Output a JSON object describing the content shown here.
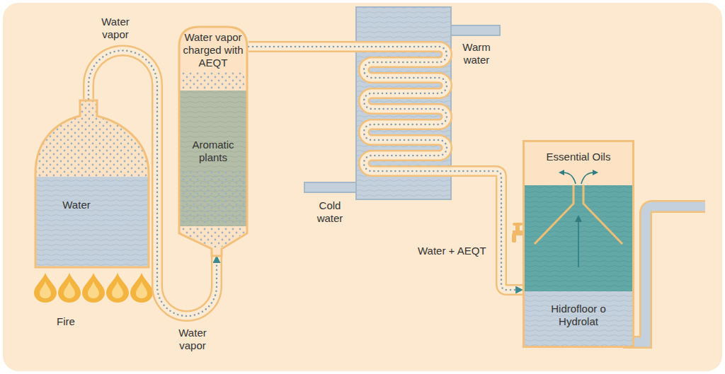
{
  "diagram": {
    "nodes": [
      {
        "text": [
          "Water"
        ]
      },
      {
        "text": [
          "Water vapor charged with AEQT",
          "Aromatic plants"
        ]
      },
      {
        "text": [
          "Essential Oils",
          "Hidrofloor o Hydrolat"
        ]
      }
    ],
    "edges": [
      {
        "from": 0,
        "to": 1,
        "arrow": "to"
      },
      {
        "from": 1,
        "to": 2,
        "arrow": "to"
      }
    ],
    "labels": [
      "Water vapor",
      "Warm water",
      "Cold water",
      "Water + AEQT",
      "Fire",
      "Water vapor"
    ]
  }
}
